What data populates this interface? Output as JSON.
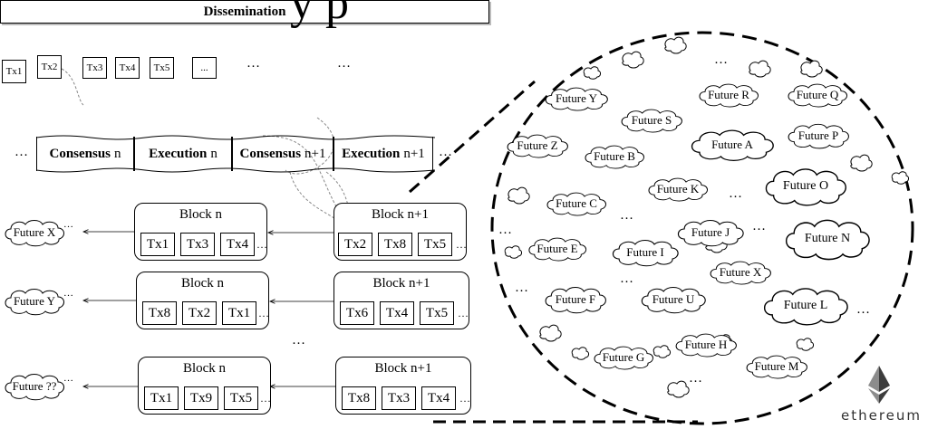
{
  "heading_fragment": "y  p",
  "top_txs": [
    "Tx1",
    "Tx2",
    "Tx3",
    "Tx4",
    "Tx5",
    "..."
  ],
  "ellipsis": "…",
  "dissemination": "Dissemination",
  "phases": [
    {
      "bold": "Consensus",
      "suffix": "n"
    },
    {
      "bold": "Execution",
      "suffix": "n"
    },
    {
      "bold": "Consensus",
      "suffix": "n+1"
    },
    {
      "bold": "Execution",
      "suffix": "n+1"
    }
  ],
  "rows": [
    {
      "future": "Future X",
      "block_a": {
        "title": "Block n",
        "txs": [
          "Tx1",
          "Tx3",
          "Tx4"
        ]
      },
      "block_b": {
        "title": "Block n+1",
        "txs": [
          "Tx2",
          "Tx8",
          "Tx5"
        ]
      }
    },
    {
      "future": "Future Y",
      "block_a": {
        "title": "Block n",
        "txs": [
          "Tx8",
          "Tx2",
          "Tx1"
        ]
      },
      "block_b": {
        "title": "Block n+1",
        "txs": [
          "Tx6",
          "Tx4",
          "Tx5"
        ]
      }
    },
    {
      "future": "Future ??",
      "block_a": {
        "title": "Block n",
        "txs": [
          "Tx1",
          "Tx9",
          "Tx5"
        ]
      },
      "block_b": {
        "title": "Block n+1",
        "txs": [
          "Tx8",
          "Tx3",
          "Tx4"
        ]
      }
    }
  ],
  "circle_futures": [
    "Future Y",
    "Future R",
    "Future Q",
    "Future S",
    "Future Z",
    "Future P",
    "Future A",
    "Future B",
    "Future K",
    "Future O",
    "Future C",
    "Future J",
    "Future N",
    "Future E",
    "Future I",
    "Future X",
    "Future F",
    "Future U",
    "Future L",
    "Future H",
    "Future G",
    "Future M"
  ],
  "brand": {
    "wordmark": "ethereum",
    "logo_icon": "ethereum-diamond-icon"
  }
}
